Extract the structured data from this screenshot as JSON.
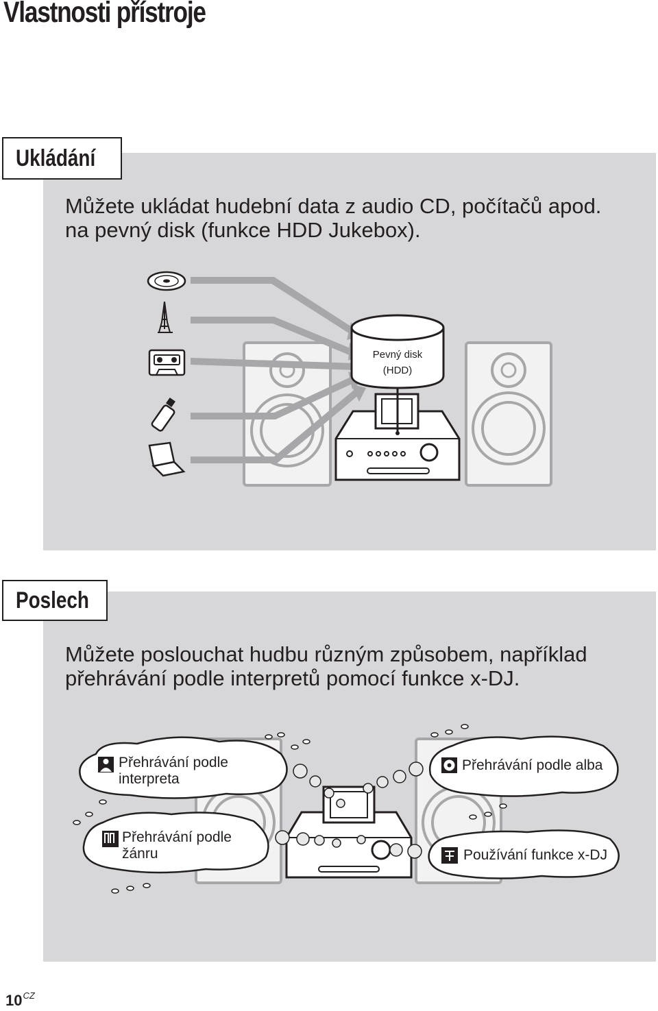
{
  "page": {
    "title": "Vlastnosti přístroje",
    "number": "10",
    "number_suffix": "CZ"
  },
  "storage": {
    "heading": "Ukládání",
    "text_line1": "Můžete ukládat hudební data z audio CD, počítačů apod.",
    "text_line2": "na pevný disk (funkce HDD Jukebox).",
    "hdd_label_line1": "Pevný disk",
    "hdd_label_line2": "(HDD)",
    "sources": [
      "cd-icon",
      "radio-tower-icon",
      "cassette-icon",
      "usb-stick-icon",
      "laptop-icon"
    ]
  },
  "listening": {
    "heading": "Poslech",
    "text_line1": "Můžete poslouchat hudbu různým způsobem, například",
    "text_line2": "přehrávání podle interpretů pomocí funkce x-DJ.",
    "modes": {
      "artist_line1": "Přehrávání podle",
      "artist_line2": "interpreta",
      "album": "Přehrávání podle alba",
      "genre_line1": "Přehrávání podle",
      "genre_line2": "žánru",
      "xdj": "Používání funkce x-DJ"
    }
  },
  "colors": {
    "panel_gray": "#d7d7d9",
    "ink": "#231f20",
    "speaker_gray": "#a7a7a9"
  }
}
